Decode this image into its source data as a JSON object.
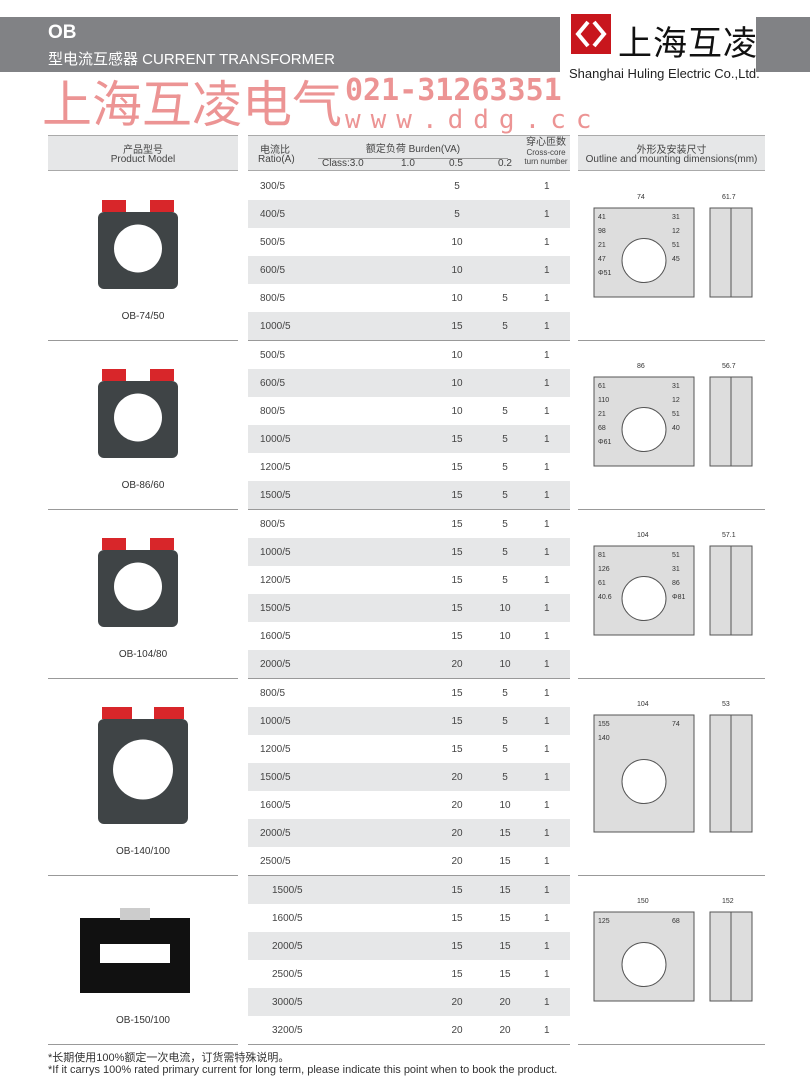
{
  "header": {
    "title": "OB",
    "subtitle": "型电流互感器 CURRENT TRANSFORMER"
  },
  "logo": {
    "name_cn": "上海互凌",
    "name_en": "Shanghai Huling Electric Co.,Ltd.",
    "brand_color": "#c8161d"
  },
  "table_header": {
    "model_cn": "产品型号",
    "model_en": "Product Model",
    "ratio_cn": "电流比",
    "ratio_en": "Ratio(A)",
    "burden": "额定负荷 Burden(VA)",
    "classes": [
      "Class:3.0",
      "1.0",
      "0.5",
      "0.2"
    ],
    "turns_cn": "穿心匝数",
    "turns_en": "Cross-core turn number",
    "dim_cn": "外形及安装尺寸",
    "dim_en": "Outline and mounting dimensions(mm)"
  },
  "groups": [
    {
      "model": "OB-74/50",
      "dims": [
        "74",
        "61.7",
        "41",
        "31",
        "98",
        "12",
        "21",
        "51",
        "47",
        "45",
        "Φ51"
      ],
      "rows": [
        [
          "300/5",
          "5",
          "",
          "1"
        ],
        [
          "400/5",
          "5",
          "",
          "1"
        ],
        [
          "500/5",
          "10",
          "",
          "1"
        ],
        [
          "600/5",
          "10",
          "",
          "1"
        ],
        [
          "800/5",
          "10",
          "5",
          "1"
        ],
        [
          "1000/5",
          "15",
          "5",
          "1"
        ]
      ]
    },
    {
      "model": "OB-86/60",
      "dims": [
        "86",
        "56.7",
        "61",
        "31",
        "110",
        "12",
        "21",
        "51",
        "68",
        "40",
        "Φ61"
      ],
      "rows": [
        [
          "500/5",
          "10",
          "",
          "1"
        ],
        [
          "600/5",
          "10",
          "",
          "1"
        ],
        [
          "800/5",
          "10",
          "5",
          "1"
        ],
        [
          "1000/5",
          "15",
          "5",
          "1"
        ],
        [
          "1200/5",
          "15",
          "5",
          "1"
        ],
        [
          "1500/5",
          "15",
          "5",
          "1"
        ]
      ]
    },
    {
      "model": "OB-104/80",
      "dims": [
        "104",
        "57.1",
        "81",
        "51",
        "126",
        "31",
        "61",
        "86",
        "40.6",
        "Φ81"
      ],
      "rows": [
        [
          "800/5",
          "15",
          "5",
          "1"
        ],
        [
          "1000/5",
          "15",
          "5",
          "1"
        ],
        [
          "1200/5",
          "15",
          "5",
          "1"
        ],
        [
          "1500/5",
          "15",
          "10",
          "1"
        ],
        [
          "1600/5",
          "15",
          "10",
          "1"
        ],
        [
          "2000/5",
          "20",
          "10",
          "1"
        ]
      ]
    },
    {
      "model": "OB-140/100",
      "dims": [
        "104",
        "53",
        "155",
        "74",
        "140"
      ],
      "rows": [
        [
          "800/5",
          "15",
          "5",
          "1"
        ],
        [
          "1000/5",
          "15",
          "5",
          "1"
        ],
        [
          "1200/5",
          "15",
          "5",
          "1"
        ],
        [
          "1500/5",
          "20",
          "5",
          "1"
        ],
        [
          "1600/5",
          "20",
          "10",
          "1"
        ],
        [
          "2000/5",
          "20",
          "15",
          "1"
        ],
        [
          "2500/5",
          "20",
          "15",
          "1"
        ]
      ]
    },
    {
      "model": "OB-150/100",
      "dims": [
        "150",
        "152",
        "125",
        "68"
      ],
      "rows": [
        [
          "1500/5",
          "15",
          "15",
          "1"
        ],
        [
          "1600/5",
          "15",
          "15",
          "1"
        ],
        [
          "2000/5",
          "15",
          "15",
          "1"
        ],
        [
          "2500/5",
          "15",
          "15",
          "1"
        ],
        [
          "3000/5",
          "20",
          "20",
          "1"
        ],
        [
          "3200/5",
          "20",
          "20",
          "1"
        ]
      ]
    }
  ],
  "watermark": {
    "text1": "上海互凌电气",
    "phone": "021-31263351",
    "site": "www.ddg.cc"
  },
  "footer": {
    "note_cn": "*长期使用100%额定一次电流，订货需特殊说明。",
    "note_en": "*If it carrys 100% rated primary current for long term, please indicate this point when to book the product."
  }
}
